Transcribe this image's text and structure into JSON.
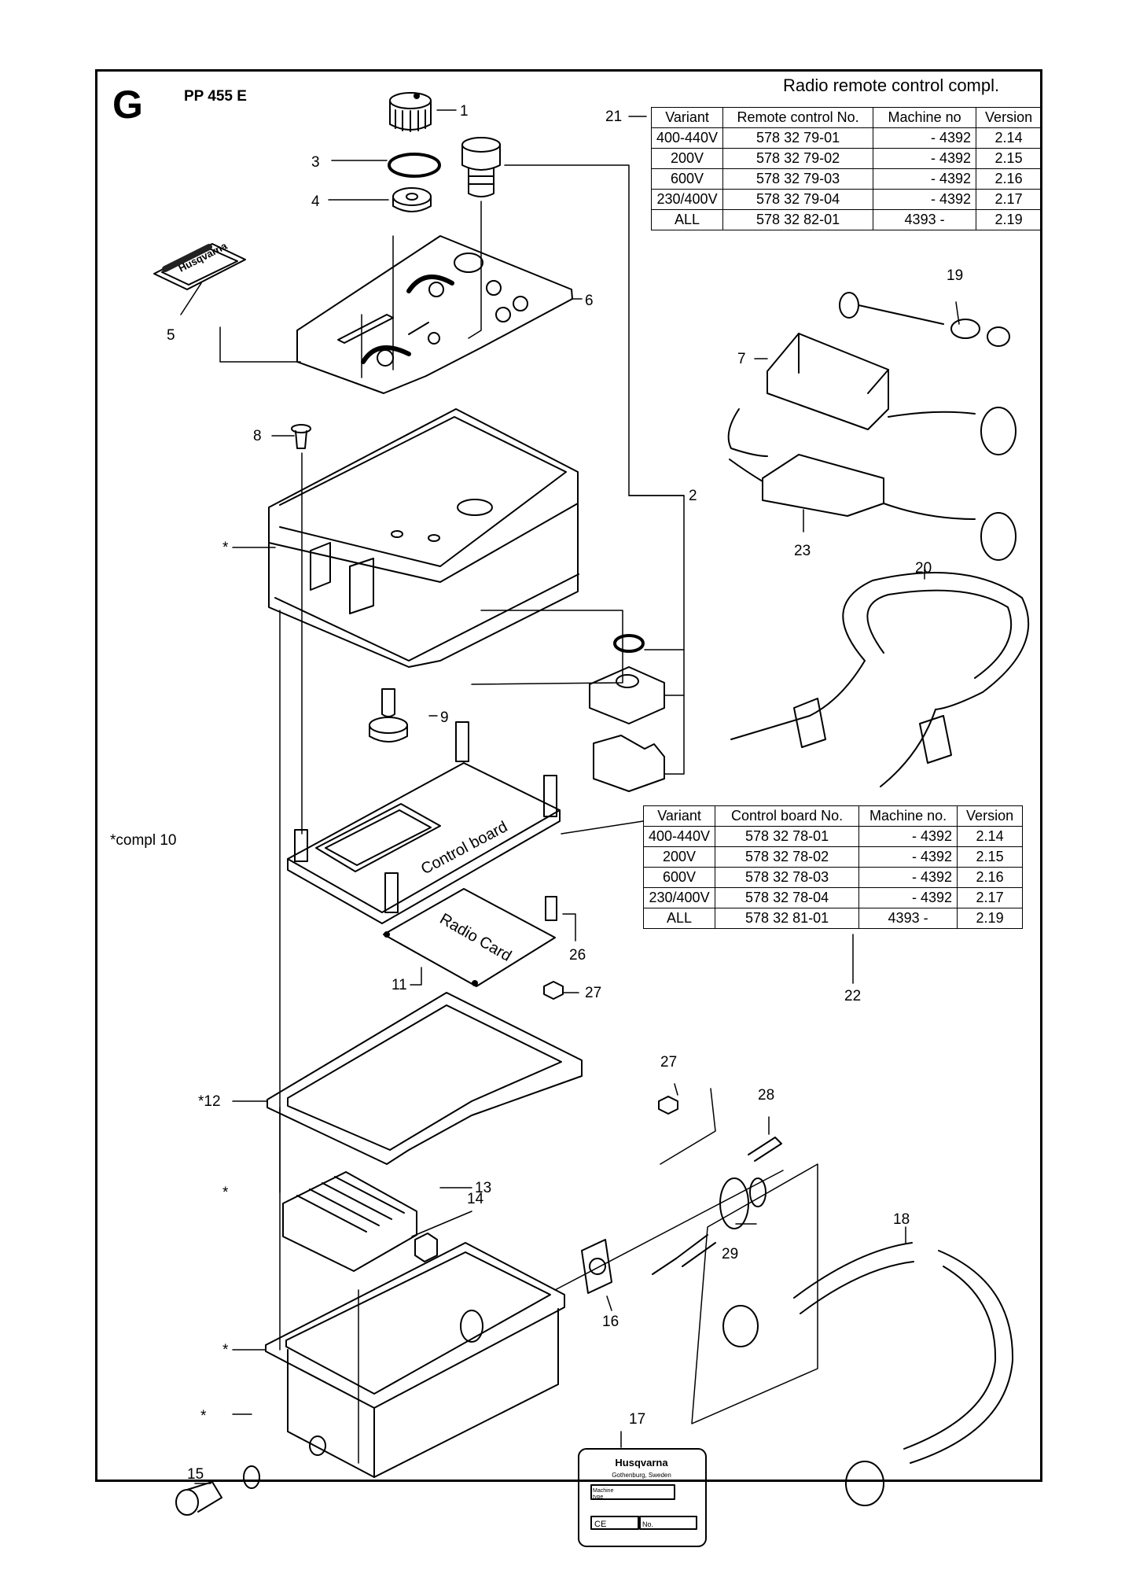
{
  "header": {
    "section_letter": "G",
    "model": "PP 455 E",
    "kit_title": "Radio remote control compl."
  },
  "remote_table": {
    "headers": [
      "Variant",
      "Remote control No.",
      "Machine no",
      "Version"
    ],
    "rows": [
      [
        "400-440V",
        "578 32 79-01",
        "- 4392",
        "2.14"
      ],
      [
        "200V",
        "578 32 79-02",
        "- 4392",
        "2.15"
      ],
      [
        "600V",
        "578 32 79-03",
        "- 4392",
        "2.16"
      ],
      [
        "230/400V",
        "578 32 79-04",
        "- 4392",
        "2.17"
      ],
      [
        "ALL",
        "578 32 82-01",
        "4393 -",
        "2.19"
      ]
    ]
  },
  "board_table": {
    "headers": [
      "Variant",
      "Control board No.",
      "Machine no.",
      "Version"
    ],
    "rows": [
      [
        "400-440V",
        "578 32 78-01",
        "- 4392",
        "2.14"
      ],
      [
        "200V",
        "578 32 78-02",
        "- 4392",
        "2.15"
      ],
      [
        "600V",
        "578 32 78-03",
        "- 4392",
        "2.16"
      ],
      [
        "230/400V",
        "578 32 78-04",
        "- 4392",
        "2.17"
      ],
      [
        "ALL",
        "578 32 81-01",
        "4393 -",
        "2.19"
      ]
    ]
  },
  "part_labels": {
    "control_board": "Control board",
    "radio_card": "Radio Card",
    "brand": "Husqvarna",
    "plate_city": "Gothenburg, Sweden",
    "plate_machine": "Machine",
    "plate_type": "type",
    "plate_ce": "CE",
    "plate_no": "No."
  },
  "notes": {
    "compl": "*compl  10"
  },
  "callouts": [
    "1",
    "2",
    "3",
    "4",
    "5",
    "6",
    "7",
    "8",
    "9",
    "11",
    "13",
    "14",
    "15",
    "16",
    "17",
    "18",
    "19",
    "20",
    "21",
    "22",
    "23",
    "26",
    "27",
    "27",
    "28",
    "29",
    "*12",
    "*",
    "*",
    "*",
    "*"
  ]
}
